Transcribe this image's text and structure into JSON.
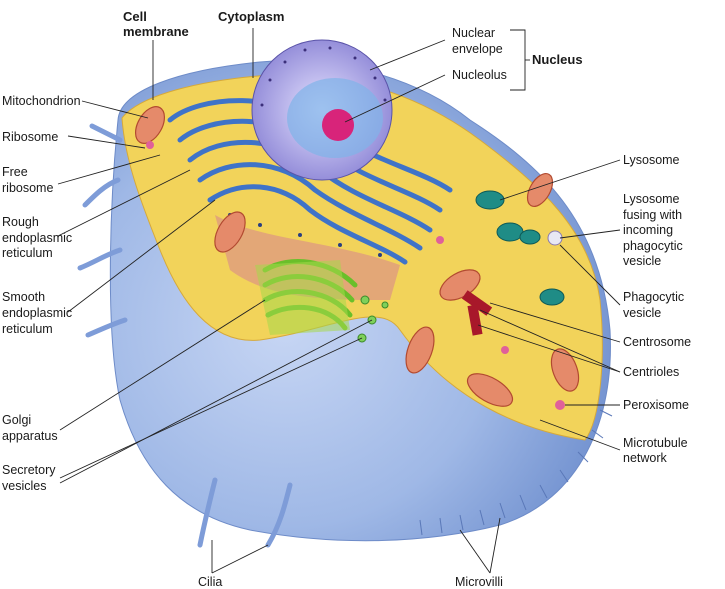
{
  "labels": {
    "cell_membrane": [
      "Cell",
      "membrane"
    ],
    "cytoplasm": "Cytoplasm",
    "nuclear_envelope": [
      "Nuclear",
      "envelope"
    ],
    "nucleolus": "Nucleolus",
    "nucleus": "Nucleus",
    "mitochondrion": "Mitochondrion",
    "ribosome": "Ribosome",
    "free_ribosome": [
      "Free",
      "ribosome"
    ],
    "rough_er": [
      "Rough",
      "endoplasmic",
      "reticulum"
    ],
    "smooth_er": [
      "Smooth",
      "endoplasmic",
      "reticulum"
    ],
    "golgi": [
      "Golgi",
      "apparatus"
    ],
    "secretory_vesicles": [
      "Secretory",
      "vesicles"
    ],
    "cilia": "Cilia",
    "microvilli": "Microvilli",
    "lysosome": "Lysosome",
    "lysosome_fusing": [
      "Lysosome",
      "fusing with",
      "incoming",
      "phagocytic",
      "vesicle"
    ],
    "phagocytic_vesicle": [
      "Phagocytic",
      "vesicle"
    ],
    "centrosome": "Centrosome",
    "centrioles": "Centrioles",
    "peroxisome": "Peroxisome",
    "microtubule_network": [
      "Microtubule",
      "network"
    ]
  },
  "colors": {
    "cell_body": "#9fb8e6",
    "cytoplasm": "#f2d35a",
    "rough_er": "#3f73c8",
    "golgi": "#7cc43a",
    "mitochondrion": "#e58a6a",
    "nucleus": "#a9a3e0",
    "nucleolus": "#d8247a",
    "lysosome": "#1f8c86"
  }
}
